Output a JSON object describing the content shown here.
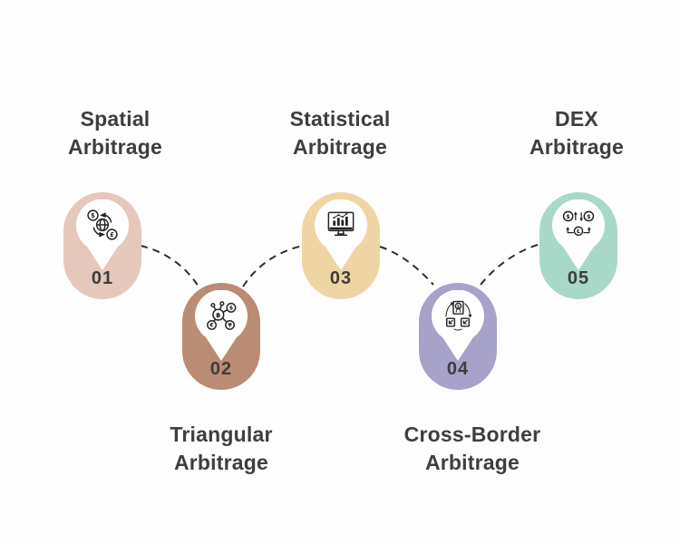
{
  "figure": {
    "background_color": "#fefefe",
    "text_color": "#3e3e3e",
    "connector_color": "#2e2e2e",
    "pin_fill_color": "#ffffff"
  },
  "items": [
    {
      "number": "01",
      "title_line1": "Spatial",
      "title_line2": "Arbitrage",
      "pill_color": "#e5c7bc",
      "icon": "currency-exchange-globe-icon"
    },
    {
      "number": "02",
      "title_line1": "Triangular",
      "title_line2": "Arbitrage",
      "pill_color": "#bb8c74",
      "icon": "currency-triangle-network-icon"
    },
    {
      "number": "03",
      "title_line1": "Statistical",
      "title_line2": "Arbitrage",
      "pill_color": "#f0d5a4",
      "icon": "chart-monitor-icon"
    },
    {
      "number": "04",
      "title_line1": "Cross-Border",
      "title_line2": "Arbitrage",
      "pill_color": "#a6a2ca",
      "icon": "cross-border-transfer-icon"
    },
    {
      "number": "05",
      "title_line1": "DEX",
      "title_line2": "Arbitrage",
      "pill_color": "#a8d9c8",
      "icon": "token-swap-icon"
    }
  ]
}
